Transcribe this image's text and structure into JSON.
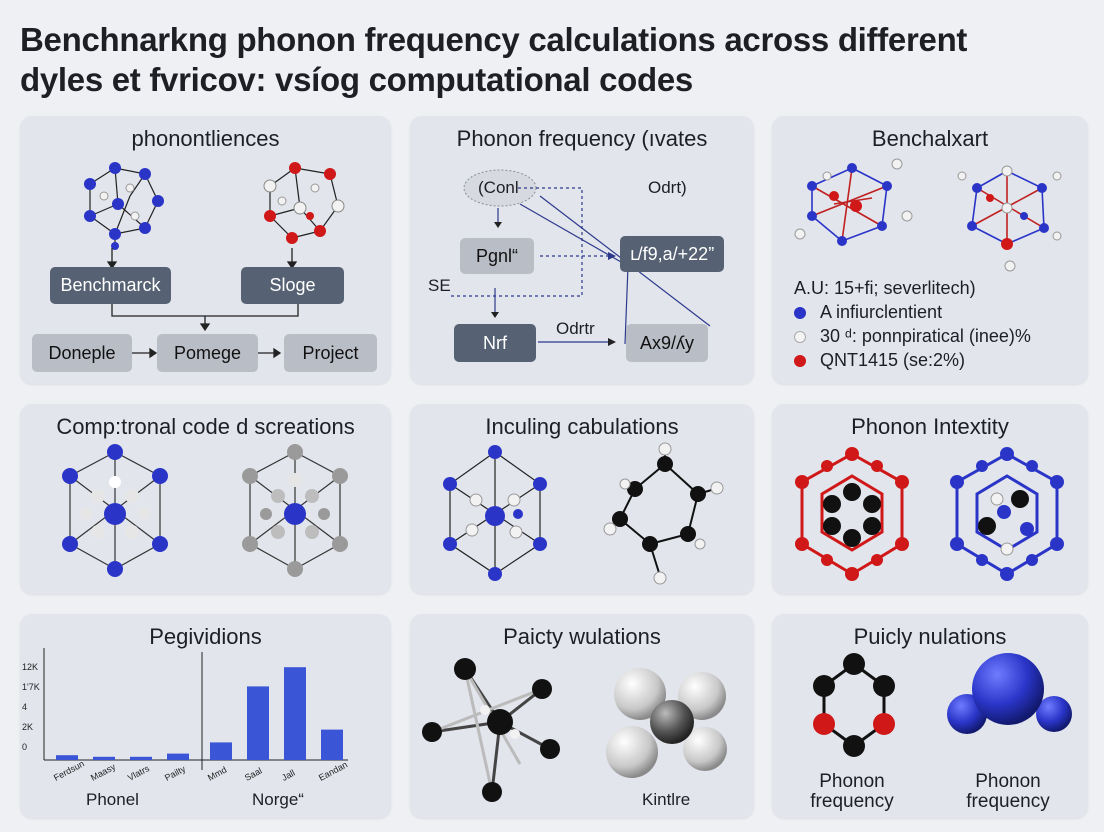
{
  "title": {
    "line1": "Benchnarkng phonon frequency calculations across different",
    "line2": "dyles et fvricov: vsíog computational codes"
  },
  "panel1": {
    "title": "phonontliences",
    "box_benchmark": "Benchmarck",
    "box_sloge": "Sloge",
    "box_doneple": "Doneple",
    "box_pomege": "Pomege",
    "box_project": "Project"
  },
  "panel2": {
    "title": "Phonon frequency (ıvates",
    "cloud_label": "(Conl",
    "odrt_label": "Odrt)",
    "box_pgnl": "Pgnl“",
    "box_value": "ւ/f9,a/+22”",
    "se_label": "SE",
    "box_nrf": "Nrf",
    "arrow_label": "Odrtr",
    "box_ax": "Ax9/ʎy"
  },
  "panel3": {
    "title": "Benchalxart",
    "legend_header": "A.U: 15+fi; severlitech)",
    "legend": [
      {
        "label": "A infiurclentient",
        "color": "#2a35c8"
      },
      {
        "label": "30 ᵈ: ponnpiratical (inee)%",
        "color": "#f4f4f4"
      },
      {
        "label": "QNT1415 (se:2%)",
        "color": "#d01818"
      }
    ]
  },
  "panel4": {
    "title": "Comp:tronal code d screations"
  },
  "panel5": {
    "title": "Inculing cabulations"
  },
  "panel6": {
    "title": "Phonon Intextity"
  },
  "panel7": {
    "title": "Pegividions",
    "left_label": "Phonel",
    "right_label": "Norge“"
  },
  "panel8": {
    "title": "Paicty wulations",
    "caption": "Kintlre"
  },
  "panel9": {
    "title": "Puicly nulations",
    "caption_left": "Phonon frequency",
    "caption_right": "Phonon frequency"
  },
  "watermark": "",
  "chart_data": {
    "type": "bar",
    "title": "Pegividions",
    "yticks": [
      "12K",
      "1'7K",
      "4",
      "2K",
      "0"
    ],
    "categories": [
      "Ferdsun",
      "Maasy",
      "Vlatrs",
      "Pailty",
      "Mmd",
      "Saal",
      "Jall",
      "Eandan"
    ],
    "values": [
      0.3,
      0.2,
      0.2,
      0.4,
      1.1,
      4.6,
      5.8,
      1.9
    ],
    "ylim": [
      0,
      6.5
    ],
    "xlabel": "",
    "ylabel": "",
    "group_labels": [
      "Phonel",
      "Norge“"
    ],
    "bar_color": "#3a55d6"
  }
}
